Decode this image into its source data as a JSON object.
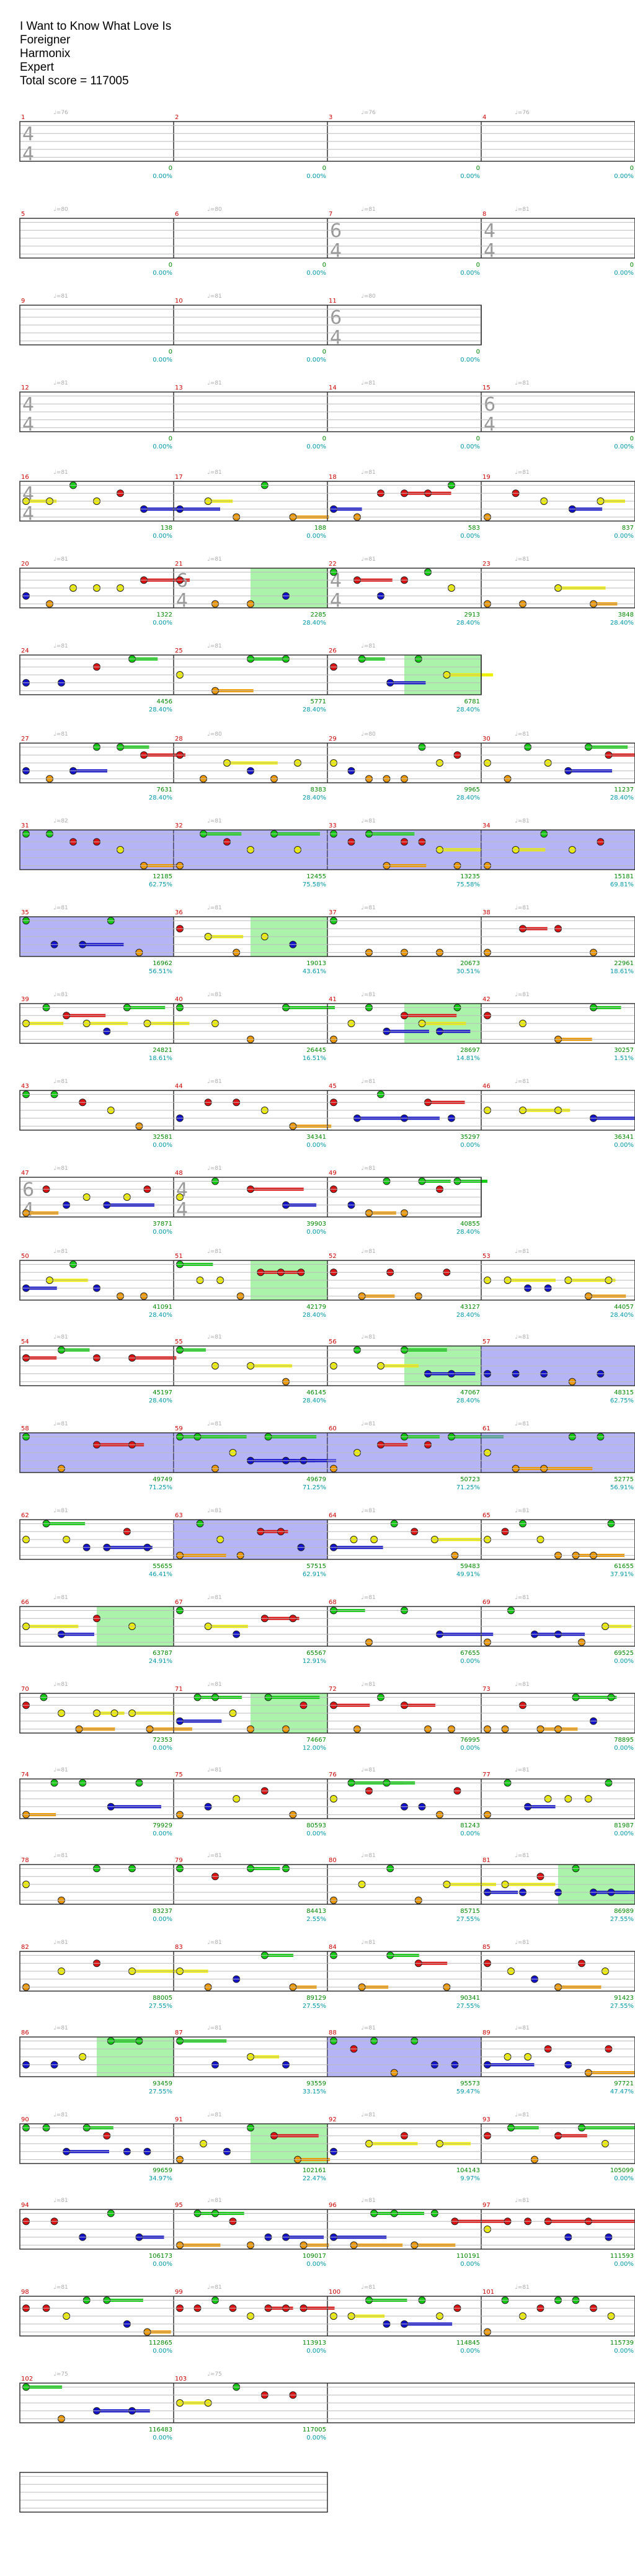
{
  "song": {
    "title": "I Want to Know What Love Is",
    "artist": "Foreigner",
    "charter": "Harmonix",
    "difficulty": "Expert",
    "total_score_text": "Total score = 117005"
  },
  "colors": {
    "green": "#11cc11",
    "red": "#dd1111",
    "yellow": "#eeee00",
    "blue": "#1111cc",
    "orange": "#ee9900",
    "sp_phrase": "#88ee88",
    "overdrive": "#7777ee",
    "measure_label": "#cc0000",
    "score_text": "#008800",
    "percent_text": "#0099aa",
    "tempo_text": "#aaaaaa"
  },
  "chart_data": {
    "type": "table",
    "measures": [
      {
        "n": "1",
        "score": "0",
        "pct": "0.00%",
        "tempo": "♩=76",
        "ts": [
          "4",
          "4"
        ]
      },
      {
        "n": "2",
        "score": "0",
        "pct": "0.00%"
      },
      {
        "n": "3",
        "score": "0",
        "pct": "0.00%",
        "tempo": "♩=76"
      },
      {
        "n": "4",
        "score": "0",
        "pct": "0.00%",
        "tempo": "♩=76"
      },
      {
        "n": "5",
        "score": "0",
        "pct": "0.00%",
        "tempo": "♩=80"
      },
      {
        "n": "6",
        "score": "0",
        "pct": "0.00%",
        "tempo": "♩=80"
      },
      {
        "n": "7",
        "score": "0",
        "pct": "0.00%",
        "tempo": "♩=81",
        "ts": [
          "6",
          "4"
        ]
      },
      {
        "n": "8",
        "score": "0",
        "pct": "0.00%",
        "tempo": "♩=81",
        "ts": [
          "4",
          "4"
        ]
      },
      {
        "n": "9",
        "score": "0",
        "pct": "0.00%",
        "tempo": "♩=81"
      },
      {
        "n": "10",
        "score": "0",
        "pct": "0.00%",
        "tempo": "♩=81"
      },
      {
        "n": "11",
        "score": "0",
        "pct": "0.00%",
        "tempo": "♩=80",
        "ts": [
          "6",
          "4"
        ]
      },
      {
        "n": "12",
        "score": "0",
        "pct": "0.00%",
        "tempo": "♩=81",
        "ts": [
          "4",
          "4"
        ]
      },
      {
        "n": "13",
        "score": "0",
        "pct": "0.00%",
        "tempo": "♩=81"
      },
      {
        "n": "14",
        "score": "0",
        "pct": "0.00%",
        "tempo": "♩=81"
      },
      {
        "n": "15",
        "score": "0",
        "pct": "0.00%",
        "tempo": "♩=81",
        "ts": [
          "6",
          "4"
        ]
      },
      {
        "n": "16",
        "score": "138",
        "pct": "0.00%",
        "tempo": "♩=81",
        "ts": [
          "4",
          "4"
        ]
      },
      {
        "n": "17",
        "score": "188",
        "pct": "0.00%",
        "tempo": "♩=81"
      },
      {
        "n": "18",
        "score": "583",
        "pct": "0.00%",
        "tempo": "♩=81"
      },
      {
        "n": "19",
        "score": "837",
        "pct": "0.00%",
        "tempo": "♩=81"
      },
      {
        "n": "20",
        "score": "1322",
        "pct": "0.00%",
        "tempo": "♩=81"
      },
      {
        "n": "21",
        "score": "2285",
        "pct": "28.40%",
        "tempo": "♩=81",
        "ts": [
          "6",
          "4"
        ]
      },
      {
        "n": "22",
        "score": "2913",
        "pct": "28.40%",
        "tempo": "♩=81",
        "ts": [
          "4",
          "4"
        ]
      },
      {
        "n": "23",
        "score": "3848",
        "pct": "28.40%",
        "tempo": "♩=81"
      },
      {
        "n": "24",
        "score": "4456",
        "pct": "28.40%",
        "tempo": "♩=81"
      },
      {
        "n": "25",
        "score": "5771",
        "pct": "28.40%",
        "tempo": "♩=81"
      },
      {
        "n": "26",
        "score": "6781",
        "pct": "28.40%",
        "tempo": "♩=81"
      },
      {
        "n": "27",
        "score": "7631",
        "pct": "28.40%",
        "tempo": "♩=81"
      },
      {
        "n": "28",
        "score": "8383",
        "pct": "28.40%",
        "tempo": "♩=80"
      },
      {
        "n": "29",
        "score": "9965",
        "pct": "28.40%",
        "tempo": "♩=80"
      },
      {
        "n": "30",
        "score": "11237",
        "pct": "28.40%",
        "tempo": "♩=81"
      },
      {
        "n": "31",
        "score": "12185",
        "pct": "62.75%",
        "tempo": "♩=82"
      },
      {
        "n": "32",
        "score": "12455",
        "pct": "75.58%",
        "tempo": "♩=81"
      },
      {
        "n": "33",
        "score": "13235",
        "pct": "75.58%",
        "tempo": "♩=81"
      },
      {
        "n": "34",
        "score": "15181",
        "pct": "69.81%",
        "tempo": "♩=81"
      },
      {
        "n": "35",
        "score": "16962",
        "pct": "56.51%",
        "tempo": "♩=81"
      },
      {
        "n": "36",
        "score": "19013",
        "pct": "43.61%",
        "tempo": "♩=81"
      },
      {
        "n": "37",
        "score": "20673",
        "pct": "30.51%",
        "tempo": "♩=81"
      },
      {
        "n": "38",
        "score": "22961",
        "pct": "18.61%",
        "tempo": "♩=81"
      },
      {
        "n": "39",
        "score": "24821",
        "pct": "18.61%",
        "tempo": "♩=81"
      },
      {
        "n": "40",
        "score": "26445",
        "pct": "16.51%",
        "tempo": "♩=81"
      },
      {
        "n": "41",
        "score": "28697",
        "pct": "14.81%",
        "tempo": "♩=81"
      },
      {
        "n": "42",
        "score": "30257",
        "pct": "1.51%",
        "tempo": "♩=81"
      },
      {
        "n": "43",
        "score": "32581",
        "pct": "0.00%",
        "tempo": "♩=81"
      },
      {
        "n": "44",
        "score": "34341",
        "pct": "0.00%",
        "tempo": "♩=81"
      },
      {
        "n": "45",
        "score": "35297",
        "pct": "0.00%",
        "tempo": "♩=81"
      },
      {
        "n": "46",
        "score": "36341",
        "pct": "0.00%",
        "tempo": "♩=81"
      },
      {
        "n": "47",
        "score": "37871",
        "pct": "0.00%",
        "tempo": "♩=81",
        "ts": [
          "6",
          "4"
        ]
      },
      {
        "n": "48",
        "score": "39903",
        "pct": "0.00%",
        "tempo": "♩=81",
        "ts": [
          "4",
          "4"
        ]
      },
      {
        "n": "49",
        "score": "40855",
        "pct": "28.40%",
        "tempo": "♩=81"
      },
      {
        "n": "50",
        "score": "41091",
        "pct": "28.40%",
        "tempo": "♩=81"
      },
      {
        "n": "51",
        "score": "42179",
        "pct": "28.40%",
        "tempo": "♩=81"
      },
      {
        "n": "52",
        "score": "43127",
        "pct": "28.40%",
        "tempo": "♩=81"
      },
      {
        "n": "53",
        "score": "44057",
        "pct": "28.40%",
        "tempo": "♩=81"
      },
      {
        "n": "54",
        "score": "45197",
        "pct": "28.40%",
        "tempo": "♩=81"
      },
      {
        "n": "55",
        "score": "46145",
        "pct": "28.40%",
        "tempo": "♩=81"
      },
      {
        "n": "56",
        "score": "47067",
        "pct": "28.40%",
        "tempo": "♩=81"
      },
      {
        "n": "57",
        "score": "48315",
        "pct": "62.75%",
        "tempo": "♩=81"
      },
      {
        "n": "58",
        "score": "49749",
        "pct": "71.25%",
        "tempo": "♩=81"
      },
      {
        "n": "59",
        "score": "49679",
        "pct": "71.25%",
        "tempo": "♩=81"
      },
      {
        "n": "60",
        "score": "50723",
        "pct": "71.25%",
        "tempo": "♩=81"
      },
      {
        "n": "61",
        "score": "52775",
        "pct": "56.91%",
        "tempo": "♩=81"
      },
      {
        "n": "62",
        "score": "55655",
        "pct": "46.41%",
        "tempo": "♩=81"
      },
      {
        "n": "63",
        "score": "57515",
        "pct": "62.91%",
        "tempo": "♩=81"
      },
      {
        "n": "64",
        "score": "59483",
        "pct": "49.91%",
        "tempo": "♩=81"
      },
      {
        "n": "65",
        "score": "61655",
        "pct": "37.91%",
        "tempo": "♩=81"
      },
      {
        "n": "66",
        "score": "63787",
        "pct": "24.91%",
        "tempo": "♩=81"
      },
      {
        "n": "67",
        "score": "65567",
        "pct": "12.91%",
        "tempo": "♩=81"
      },
      {
        "n": "68",
        "score": "67655",
        "pct": "0.00%",
        "tempo": "♩=81"
      },
      {
        "n": "69",
        "score": "69525",
        "pct": "0.00%",
        "tempo": "♩=81"
      },
      {
        "n": "70",
        "score": "72353",
        "pct": "0.00%",
        "tempo": "♩=81"
      },
      {
        "n": "71",
        "score": "74667",
        "pct": "12.00%",
        "tempo": "♩=81"
      },
      {
        "n": "72",
        "score": "76995",
        "pct": "0.00%",
        "tempo": "♩=81"
      },
      {
        "n": "73",
        "score": "78895",
        "pct": "0.00%",
        "tempo": "♩=81"
      },
      {
        "n": "74",
        "score": "79929",
        "pct": "0.00%",
        "tempo": "♩=81"
      },
      {
        "n": "75",
        "score": "80593",
        "pct": "0.00%",
        "tempo": "♩=81"
      },
      {
        "n": "76",
        "score": "81243",
        "pct": "0.00%",
        "tempo": "♩=81"
      },
      {
        "n": "77",
        "score": "81987",
        "pct": "0.00%",
        "tempo": "♩=81"
      },
      {
        "n": "78",
        "score": "83237",
        "pct": "0.00%",
        "tempo": "♩=81"
      },
      {
        "n": "79",
        "score": "84413",
        "pct": "2.55%",
        "tempo": "♩=81"
      },
      {
        "n": "80",
        "score": "85715",
        "pct": "27.55%",
        "tempo": "♩=81"
      },
      {
        "n": "81",
        "score": "86989",
        "pct": "27.55%",
        "tempo": "♩=81"
      },
      {
        "n": "82",
        "score": "88005",
        "pct": "27.55%",
        "tempo": "♩=81"
      },
      {
        "n": "83",
        "score": "89129",
        "pct": "27.55%",
        "tempo": "♩=81"
      },
      {
        "n": "84",
        "score": "90341",
        "pct": "27.55%",
        "tempo": "♩=81"
      },
      {
        "n": "85",
        "score": "91423",
        "pct": "27.55%",
        "tempo": "♩=81"
      },
      {
        "n": "86",
        "score": "93459",
        "pct": "27.55%",
        "tempo": "♩=81"
      },
      {
        "n": "87",
        "score": "93559",
        "pct": "33.15%",
        "tempo": "♩=81"
      },
      {
        "n": "88",
        "score": "95573",
        "pct": "59.47%",
        "tempo": "♩=81"
      },
      {
        "n": "89",
        "score": "97721",
        "pct": "47.47%",
        "tempo": "♩=81"
      },
      {
        "n": "90",
        "score": "99659",
        "pct": "34.97%",
        "tempo": "♩=81"
      },
      {
        "n": "91",
        "score": "102161",
        "pct": "22.47%",
        "tempo": "♩=81"
      },
      {
        "n": "92",
        "score": "104143",
        "pct": "9.97%",
        "tempo": "♩=81"
      },
      {
        "n": "93",
        "score": "105099",
        "pct": "0.00%",
        "tempo": "♩=81"
      },
      {
        "n": "94",
        "score": "106173",
        "pct": "0.00%",
        "tempo": "♩=81"
      },
      {
        "n": "95",
        "score": "109017",
        "pct": "0.00%",
        "tempo": "♩=81"
      },
      {
        "n": "96",
        "score": "110191",
        "pct": "0.00%",
        "tempo": "♩=81"
      },
      {
        "n": "97",
        "score": "111593",
        "pct": "0.00%",
        "tempo": "♩=81"
      },
      {
        "n": "98",
        "score": "112865",
        "pct": "0.00%",
        "tempo": "♩=81"
      },
      {
        "n": "99",
        "score": "113913",
        "pct": "0.00%",
        "tempo": "♩=81"
      },
      {
        "n": "100",
        "score": "114845",
        "pct": "0.00%",
        "tempo": "♩=81"
      },
      {
        "n": "101",
        "score": "115739",
        "pct": "0.00%",
        "tempo": "♩=81"
      },
      {
        "n": "102",
        "score": "116483",
        "pct": "0.00%",
        "tempo": "♩=75"
      },
      {
        "n": "103",
        "score": "117005",
        "pct": "0.00%",
        "tempo": "♩=75"
      }
    ]
  }
}
